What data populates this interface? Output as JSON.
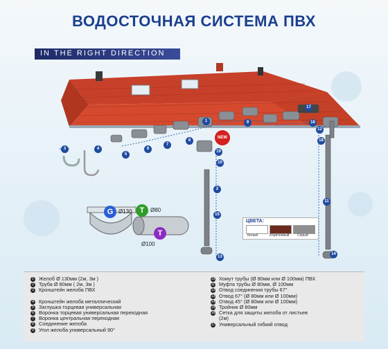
{
  "title": "ВОДОСТОЧНАЯ СИСТЕМА ПВХ",
  "slogan": "IN THE RIGHT DIRECTION",
  "new_badge": "NEW",
  "gutter_badge": {
    "letter": "G",
    "size": "130",
    "prefix": "Ø"
  },
  "pipe_badge": {
    "letter": "T",
    "size_a": "80",
    "size_b": "100",
    "prefix": "Ø"
  },
  "colors": {
    "title": "ЦВЕТА:",
    "items": [
      {
        "label": "Белый",
        "hex": "#ffffff"
      },
      {
        "label": "Коричневый",
        "hex": "#6b2a1d"
      },
      {
        "label": "Серый",
        "hex": "#8e8e8e"
      }
    ]
  },
  "callouts": [
    "1",
    "2",
    "3",
    "4",
    "5",
    "6",
    "7",
    "8",
    "9",
    "10",
    "11",
    "12",
    "13",
    "14",
    "15",
    "16",
    "17",
    "18",
    "19"
  ],
  "legend": {
    "left": [
      {
        "n": "1",
        "text": "Желоб Ø 130мм (2м, 3м )"
      },
      {
        "n": "2",
        "text": "Труба Ø 80мм ( 2м, 3м )"
      },
      {
        "n": "3",
        "text": "Кронштейн желоба ПВХ"
      },
      {
        "n": "",
        "text": ""
      },
      {
        "n": "4",
        "text": "Кронштейн желоба металлический"
      },
      {
        "n": "5",
        "text": "Заглушка торцевая универсальная"
      },
      {
        "n": "6",
        "text": "Воронка торцевая универсальная переходная"
      },
      {
        "n": "7",
        "text": "Воронка центральная переходная"
      },
      {
        "n": "8",
        "text": "Соединение желоба"
      },
      {
        "n": "9",
        "text": "Угол желоба универсальный 90°"
      }
    ],
    "right": [
      {
        "n": "10",
        "text": "Хомут трубы (Ø 80мм или Ø 100мм) ПВХ"
      },
      {
        "n": "11",
        "text": "Муфта трубы Ø 80мм, Ø 100мм"
      },
      {
        "n": "12",
        "text": "Отвод соединения трубы 67°"
      },
      {
        "n": "13",
        "text": "Отвод 67° (Ø 80мм или Ø 100мм)"
      },
      {
        "n": "14",
        "text": "Отвод 45° (Ø 80мм или Ø 100мм)"
      },
      {
        "n": "15",
        "text": "Тройник Ø 80мм"
      },
      {
        "n": "16",
        "text": "Сетка для защиты желоба от листьев"
      },
      {
        "n": "",
        "text": "(2м)"
      },
      {
        "n": "17",
        "text": "Универсальный гибкий отвод"
      }
    ]
  }
}
